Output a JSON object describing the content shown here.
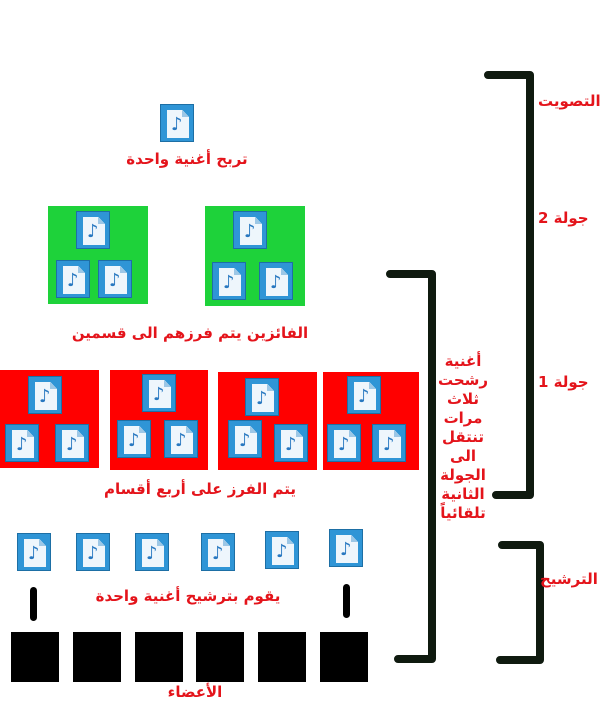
{
  "colors": {
    "label": "#e4141b",
    "group_round1": "#ff0000",
    "group_round2": "#1ed23a",
    "bracket": "#0f1a0f",
    "member": "#000000",
    "file_icon": "#2f95d6"
  },
  "icon": "music-file-icon",
  "labels": {
    "winner": "تربح أغنية واحدة",
    "winners_split": "الفائزين يتم فرزهم الى قسمين",
    "split_four": "يتم الفرز على أربع أقسام",
    "nominate_one": "يقوم بترشيح أغنية واحدة",
    "members": "الأعضاء",
    "triple_nominated": "أغنية رشحت ثلاث مرات تنتقل الى الجولة الثانية تلقائياً",
    "voting": "التصويت",
    "round2": "جولة 2",
    "round1": "جولة 1",
    "nomination": "الترشيح"
  },
  "structure": {
    "members_count": 6,
    "nominated_songs": 6,
    "round1_groups": 4,
    "round1_songs_per_group": 3,
    "round2_groups": 2,
    "round2_songs_per_group": 3,
    "winners": 1
  }
}
